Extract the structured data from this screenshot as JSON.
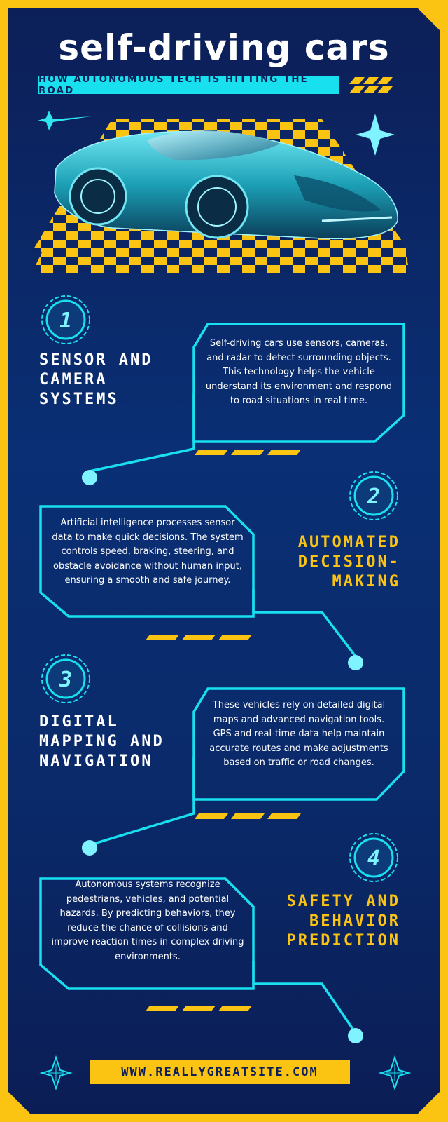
{
  "header": {
    "title": "self-driving cars",
    "subtitle": "HOW AUTONOMOUS TECH IS HITTING THE ROAD"
  },
  "hero": {
    "image": "futuristic-car-on-checkered-floor"
  },
  "sections": [
    {
      "number": "1",
      "heading": "SENSOR AND CAMERA SYSTEMS",
      "text": "Self-driving cars use sensors, cameras, and radar to detect surrounding objects. This technology helps the vehicle understand its environment and respond to road situations in real time."
    },
    {
      "number": "2",
      "heading": "AUTOMATED DECISION-MAKING",
      "text": "Artificial intelligence processes sensor data to make quick decisions. The system controls speed, braking, steering, and obstacle avoidance without human input, ensuring a smooth and safe journey."
    },
    {
      "number": "3",
      "heading": "DIGITAL MAPPING AND NAVIGATION",
      "text": "These vehicles rely on detailed digital maps and advanced navigation tools. GPS and real-time data help maintain accurate routes and make adjustments based on traffic or road changes."
    },
    {
      "number": "4",
      "heading": "SAFETY AND BEHAVIOR PREDICTION",
      "text": "Autonomous systems recognize pedestrians, vehicles, and potential hazards. By predicting behaviors, they reduce the chance of collisions and improve reaction times in complex driving environments."
    }
  ],
  "footer": {
    "website": "WWW.REALLYGREATSITE.COM"
  },
  "colors": {
    "background": "#0a2a6a",
    "border": "#fcc412",
    "accent": "#18e0ef",
    "highlight": "#fcc412"
  }
}
